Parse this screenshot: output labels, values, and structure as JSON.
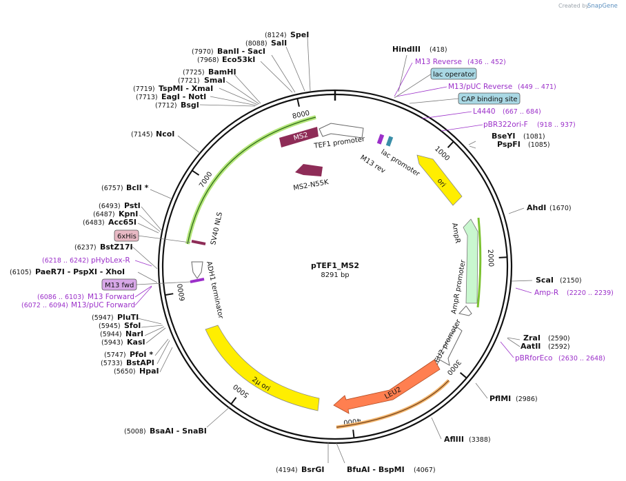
{
  "credit": {
    "prefix": "Created by",
    "brand": "SnapGene"
  },
  "plasmid": {
    "name": "pTEF1_MS2",
    "length": "8291 bp",
    "total_bp": 8291
  },
  "ticks": [
    {
      "label": "1000",
      "bp": 1000
    },
    {
      "label": "2000",
      "bp": 2000
    },
    {
      "label": "3000",
      "bp": 3000
    },
    {
      "label": "4000",
      "bp": 4000
    },
    {
      "label": "5000",
      "bp": 5000
    },
    {
      "label": "6000",
      "bp": 6000
    },
    {
      "label": "7000",
      "bp": 7000
    },
    {
      "label": "8000",
      "bp": 8000
    }
  ],
  "features": [
    {
      "label": "MS2",
      "color": "#8e2c57"
    },
    {
      "label": "MS2-N55K",
      "color": "#8e2c57"
    },
    {
      "label": "TEF1 promoter",
      "color": "#ffffff"
    },
    {
      "label": "lac promoter",
      "color": "#ffffff"
    },
    {
      "label": "M13 rev",
      "color": "#ffffff"
    },
    {
      "label": "ori",
      "color": "#ffee00"
    },
    {
      "label": "AmpR",
      "color": "#c9f7cf"
    },
    {
      "label": "AmpR promoter",
      "color": "#ffffff"
    },
    {
      "label": "LEU2 promoter",
      "color": "#ffffff"
    },
    {
      "label": "LEU2",
      "color": "#ff7f50"
    },
    {
      "label": "2μ ori",
      "color": "#ffee00"
    },
    {
      "label": "ADH1 terminator",
      "color": "#ffffff"
    },
    {
      "label": "SV40 NLS",
      "color": "#ffffff"
    }
  ],
  "sites": [
    {
      "pos": "(8124)",
      "name": "SpeI"
    },
    {
      "pos": "(8088)",
      "name": "SalI"
    },
    {
      "pos": "(7970)",
      "name": "BanII   - SacI"
    },
    {
      "pos": "(7968)",
      "name": "Eco53kI"
    },
    {
      "pos": "(7725)",
      "name": "BamHI"
    },
    {
      "pos": "(7721)",
      "name": "SmaI"
    },
    {
      "pos": "(7719)",
      "name": "TspMI   - XmaI"
    },
    {
      "pos": "(7713)",
      "name": "EagI   - NotI"
    },
    {
      "pos": "(7712)",
      "name": "BsgI"
    },
    {
      "pos": "(7145)",
      "name": "NcoI"
    },
    {
      "pos": "(6757)",
      "name": "BclI *"
    },
    {
      "pos": "(6493)",
      "name": "PstI"
    },
    {
      "pos": "(6487)",
      "name": "KpnI"
    },
    {
      "pos": "(6483)",
      "name": "Acc65I"
    },
    {
      "pos": "(6237)",
      "name": "BstZ17I"
    },
    {
      "pos": "(6105)",
      "name": "PaeR7I   - PspXI   - XhoI"
    },
    {
      "pos": "(5947)",
      "name": "PluTI"
    },
    {
      "pos": "(5945)",
      "name": "SfoI"
    },
    {
      "pos": "(5944)",
      "name": "NarI"
    },
    {
      "pos": "(5943)",
      "name": "KasI"
    },
    {
      "pos": "(5747)",
      "name": "PfoI *"
    },
    {
      "pos": "(5733)",
      "name": "BstAPI"
    },
    {
      "pos": "(5650)",
      "name": "HpaI"
    },
    {
      "pos": "(5008)",
      "name": "BsaAI   - SnaBI"
    },
    {
      "pos": "(4194)",
      "name": "BsrGI"
    },
    {
      "pos": "(4067)",
      "name": "BfuAI   - BspMI"
    },
    {
      "pos": "(418)",
      "name": "HindIII"
    },
    {
      "pos": "(1081)",
      "name": "BseYI"
    },
    {
      "pos": "(1085)",
      "name": "PspFI"
    },
    {
      "pos": "(1670)",
      "name": "AhdI"
    },
    {
      "pos": "(2150)",
      "name": "ScaI"
    },
    {
      "pos": "(2590)",
      "name": "ZraI"
    },
    {
      "pos": "(2592)",
      "name": "AatII"
    },
    {
      "pos": "(2986)",
      "name": "PflMI"
    },
    {
      "pos": "(3388)",
      "name": "AflIII"
    }
  ],
  "primers": [
    {
      "name": "M13 Reverse",
      "pos": "(436 .. 452)"
    },
    {
      "name": "M13/pUC Reverse",
      "pos": "(449 .. 471)"
    },
    {
      "name": "L4440",
      "pos": "(667 .. 684)"
    },
    {
      "name": "pBR322ori-F",
      "pos": "(918 .. 937)"
    },
    {
      "name": "Amp-R",
      "pos": "(2220 .. 2239)"
    },
    {
      "name": "pBRforEco",
      "pos": "(2630 .. 2648)"
    },
    {
      "name": "pHybLex-R",
      "pos": "(6218 .. 6242)"
    },
    {
      "name": "M13 Forward",
      "pos": "(6086 .. 6103)"
    },
    {
      "name": "M13/pUC Forward",
      "pos": "(6072 .. 6094)"
    }
  ],
  "boxed": [
    {
      "label": "lac operator",
      "color": "#a9d8e4"
    },
    {
      "label": "CAP binding site",
      "color": "#a9d8e4"
    },
    {
      "label": "6xHis",
      "color": "#e8b9c4"
    },
    {
      "label": "M13 fwd",
      "color": "#d8a8e8"
    }
  ]
}
